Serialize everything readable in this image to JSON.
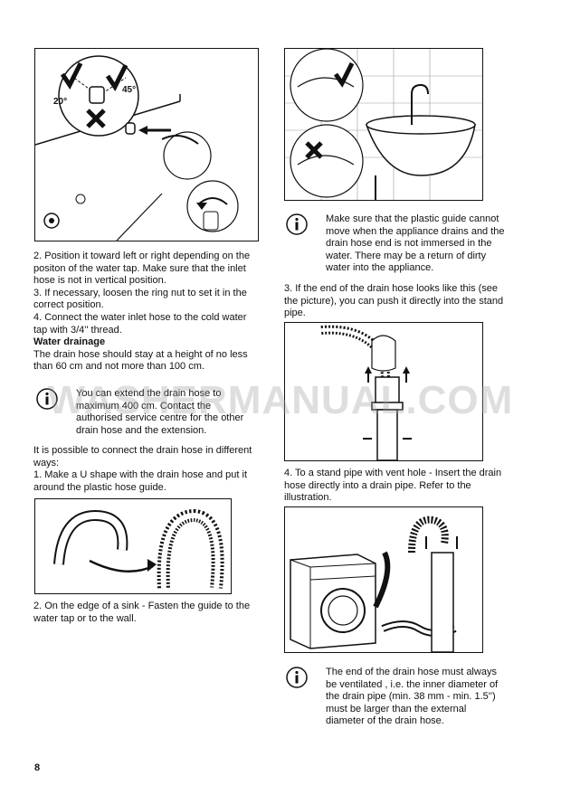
{
  "left_column": {
    "steps_inlet": [
      "2. Position it toward left or right depending on the positon of the water tap. Make sure that the inlet hose is not in vertical position.",
      "3. If necessary, loosen the ring nut to set it in the correct position.",
      "4. Connect the water inlet hose to the cold water tap with 3/4'' thread."
    ],
    "drain_heading": "Water drainage",
    "drain_height": "The drain hose should stay at a height of no less than 60 cm and not more than 100 cm.",
    "note_extend": "You can extend the drain hose to maximum 400 cm. Contact the authorised service centre for the other drain hose and the extension.",
    "drain_ways": "It is possible to connect the drain hose in different ways:",
    "step_u_shape": "1. Make a U shape with the drain hose and put it around the plastic hose guide.",
    "step_sink": "2. On the edge of a sink - Fasten the guide to the water tap or to the wall."
  },
  "figure_inlet": {
    "angle_left": "20°",
    "angle_right": "45°"
  },
  "right_column": {
    "note_guide": "Make sure that the plastic guide cannot move when the appliance drains and the drain hose end is not immersed in the water. There may be a return of dirty water into the appliance.",
    "step_stand_pipe": "3. If the end of the drain hose looks like this (see the picture), you can push it directly into the stand pipe.",
    "step_vent": "4. To a stand pipe with vent hole - Insert the drain hose directly into a drain pipe. Refer to the illustration.",
    "note_ventilated": "The end of the drain hose must always be ventilated , i.e. the inner diameter of the drain pipe (min. 38 mm - min. 1.5'') must be larger than the external diameter of the drain hose."
  },
  "watermark": "WASHERMANUAL.COM",
  "page_number": "8",
  "icons": {
    "info": "info-icon",
    "check": "check-icon",
    "cross": "cross-icon"
  }
}
